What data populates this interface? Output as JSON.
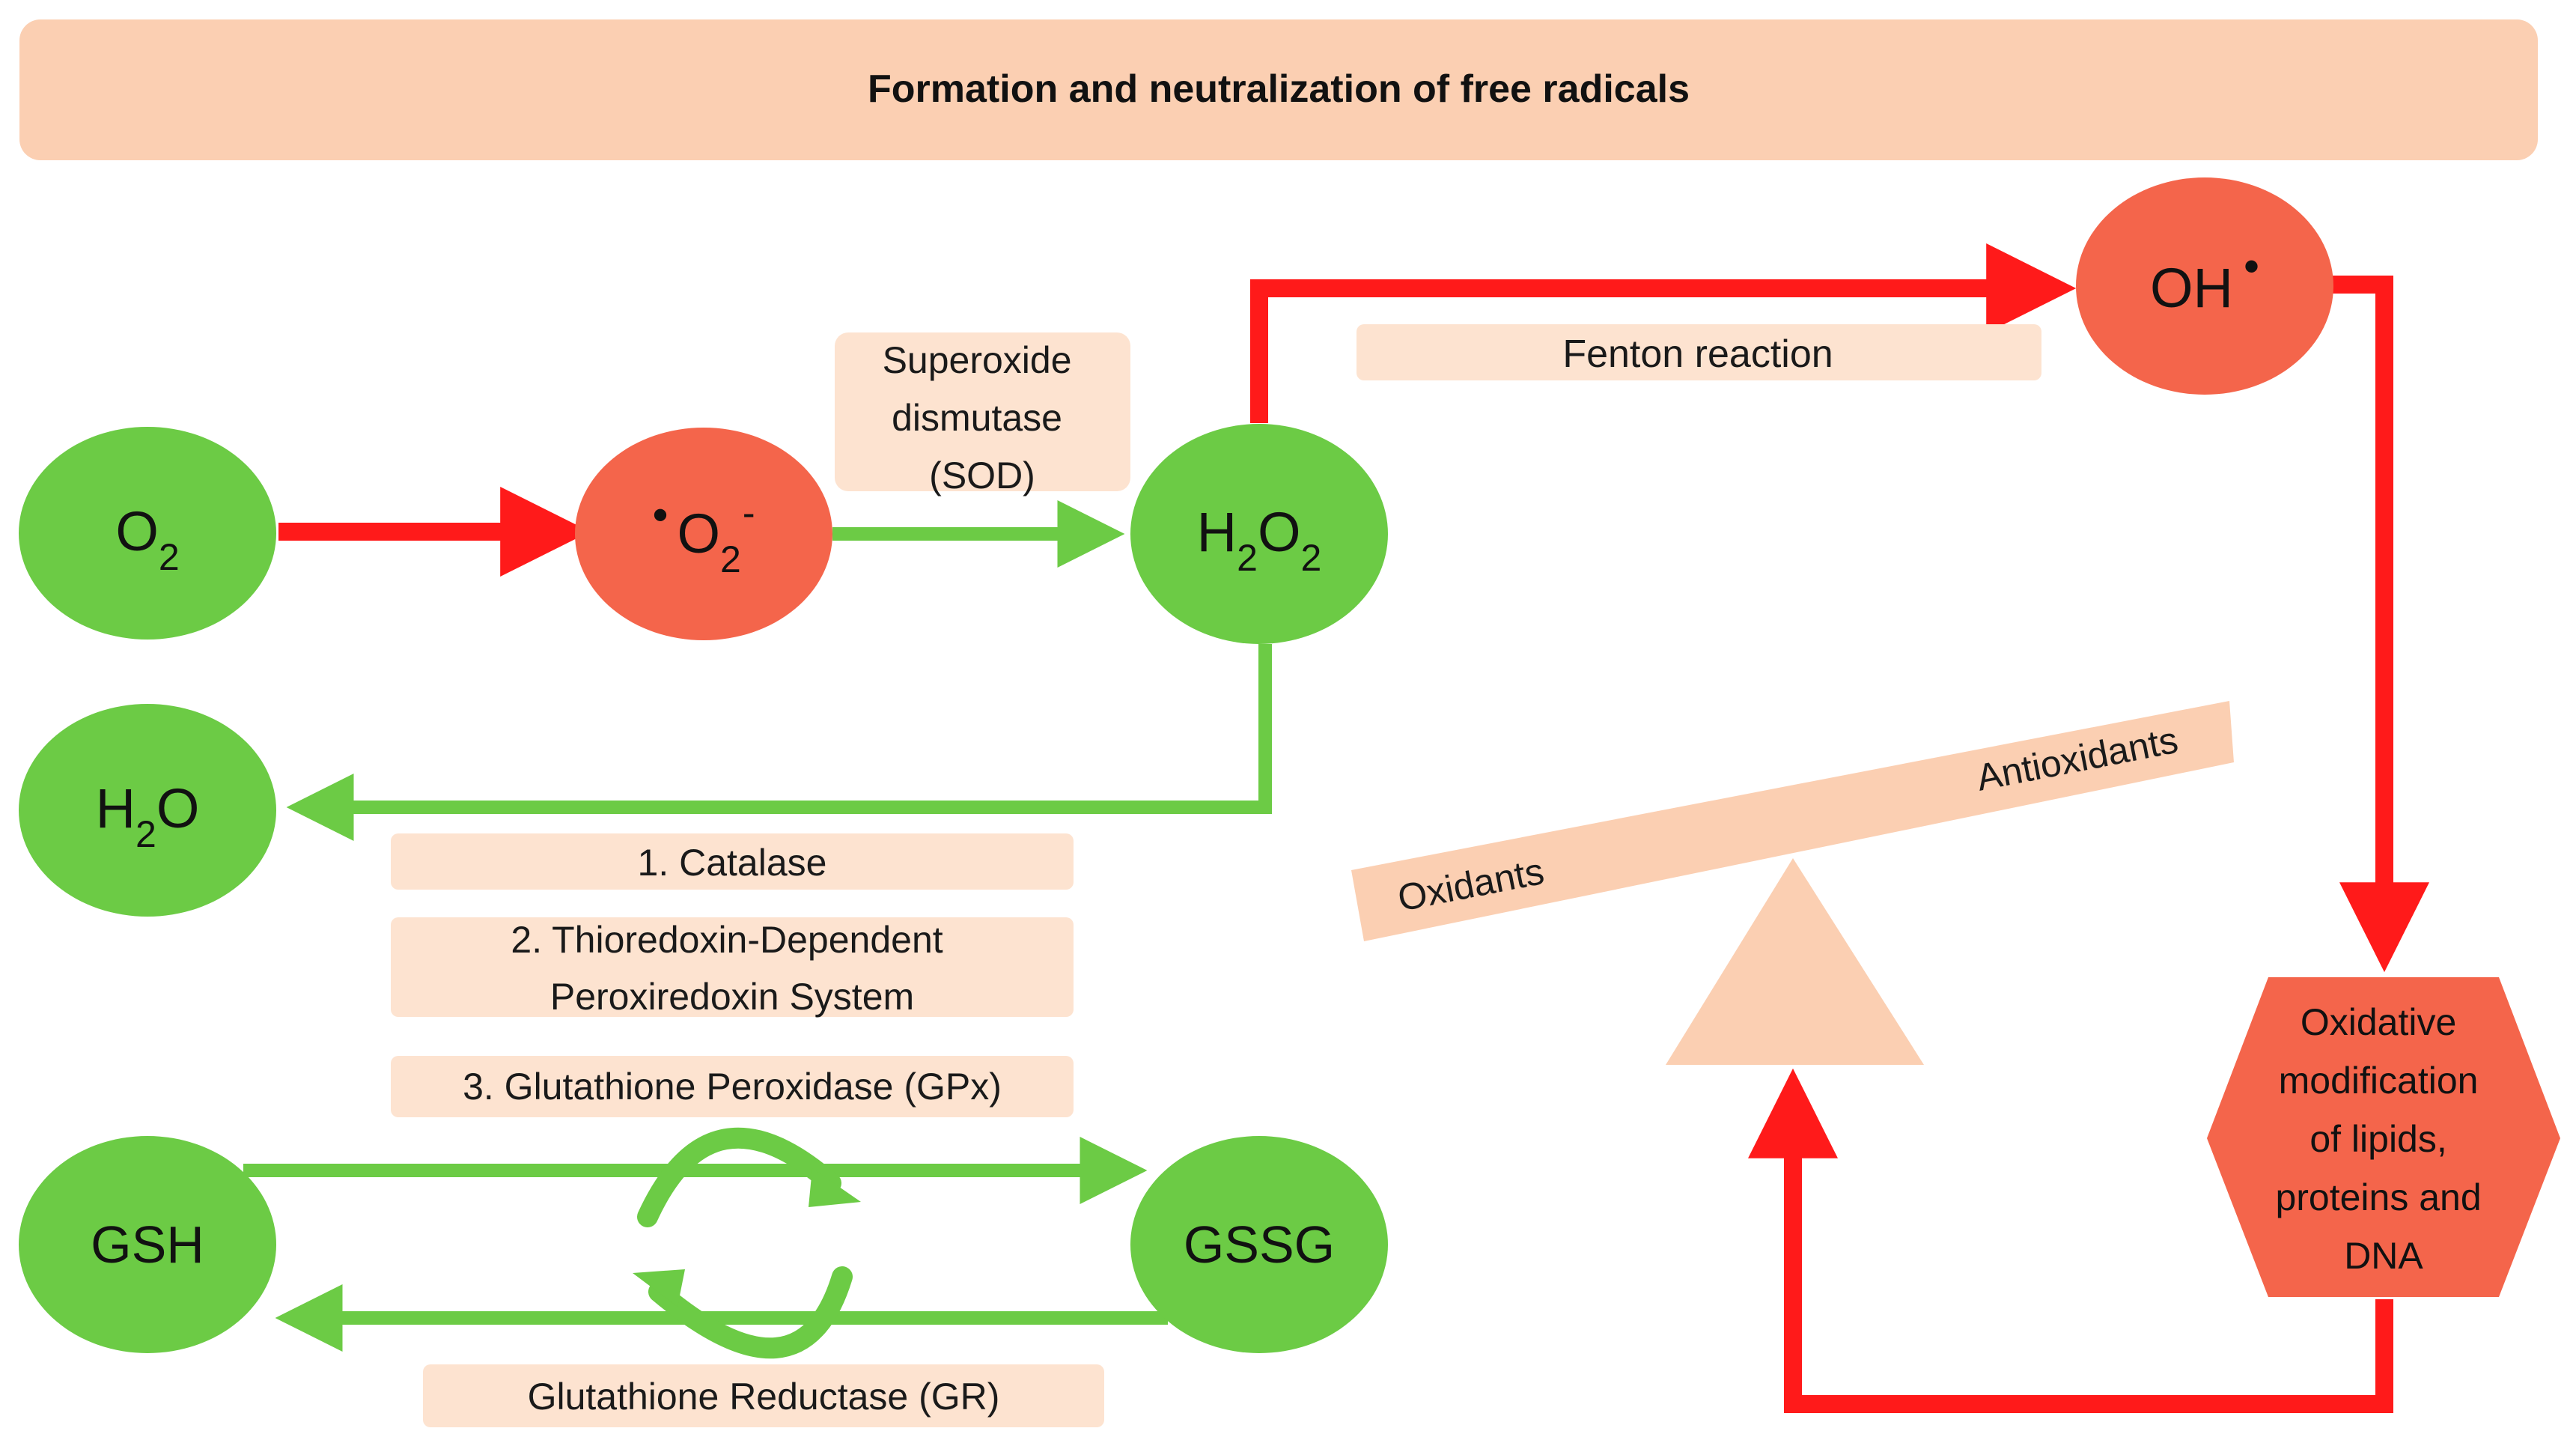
{
  "title": "Formation and neutralization of free radicals",
  "colors": {
    "panel": "#fbcfb2",
    "box": "#fde3d0",
    "green_node": "#6ccb45",
    "red_node": "#f4654b",
    "red_arrow": "#ff1a1a",
    "green_arrow": "#6ccb45"
  },
  "nodes": {
    "o2": {
      "main": "O",
      "sub": "2"
    },
    "superoxide": {
      "dot": "•",
      "main": "O",
      "sub": "2",
      "sup": "-"
    },
    "h2o2": {
      "a": "H",
      "a_sub": "2",
      "b": "O",
      "b_sub": "2"
    },
    "h2o": {
      "a": "H",
      "a_sub": "2",
      "b": "O"
    },
    "oh": {
      "main": "OH",
      "dot": "•"
    },
    "gsh": "GSH",
    "gssg": "GSSG",
    "oxidative_modification": [
      "Oxidative",
      "modification",
      "of lipids,",
      "proteins and",
      "DNA"
    ]
  },
  "labels": {
    "sod": [
      "Superoxide",
      "dismutase",
      "(SOD)"
    ],
    "fenton": "Fenton reaction",
    "catalase": "1. Catalase",
    "thioredoxin": [
      "2. Thioredoxin-Dependent",
      "Peroxiredoxin System"
    ],
    "gpx": "3. Glutathione Peroxidase (GPx)",
    "gr": "Glutathione Reductase (GR)"
  },
  "balance": {
    "oxidants": "Oxidants",
    "antioxidants": "Antioxidants"
  }
}
